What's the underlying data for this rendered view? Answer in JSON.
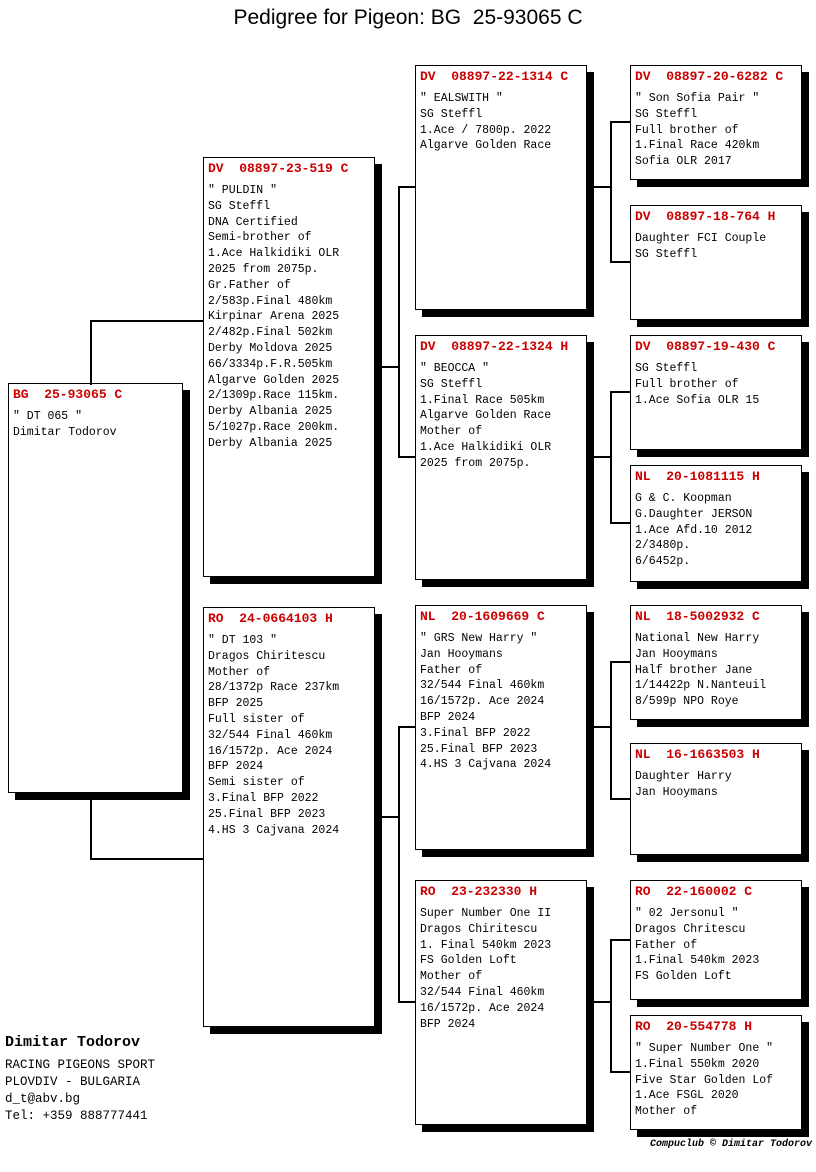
{
  "title": "Pedigree for Pigeon: BG  25-93065 C",
  "colors": {
    "ring_red": "#cc0000",
    "text_black": "#000000",
    "background": "#ffffff"
  },
  "boxes": {
    "subject": {
      "ring": "BG  25-93065 C",
      "lines": [
        "\" DT 065 \"",
        "Dimitar Todorov"
      ]
    },
    "sire": {
      "ring": "DV  08897-23-519 C",
      "lines": [
        "\" PULDIN \"",
        "SG Steffl",
        "DNA Certified",
        "Semi-brother of",
        "1.Ace Halkidiki OLR",
        "2025 from 2075p.",
        "Gr.Father of",
        "2/583p.Final 480km",
        "Kirpinar Arena 2025",
        "2/482p.Final 502km",
        "Derby Moldova 2025",
        "66/3334p.F.R.505km",
        "Algarve Golden 2025",
        "2/1309p.Race 115km.",
        "Derby Albania 2025",
        "5/1027p.Race 200km.",
        "Derby Albania 2025"
      ]
    },
    "dam": {
      "ring": "RO  24-0664103 H",
      "lines": [
        "\" DT 103 \"",
        "Dragos Chiritescu",
        "Mother of",
        "28/1372p Race 237km",
        "BFP 2025",
        "Full sister of",
        "32/544 Final 460km",
        "16/1572p. Ace 2024",
        "BFP 2024",
        "Semi sister of",
        "3.Final BFP 2022",
        "25.Final BFP 2023",
        "4.HS 3 Cajvana 2024"
      ]
    },
    "sire_sire": {
      "ring": "DV  08897-22-1314 C",
      "lines": [
        "\" EALSWITH \"",
        "SG Steffl",
        "1.Ace / 7800p. 2022",
        "Algarve Golden Race"
      ]
    },
    "sire_dam": {
      "ring": "DV  08897-22-1324 H",
      "lines": [
        "\" BEOCCA \"",
        "SG Steffl",
        "1.Final Race 505km",
        "Algarve Golden Race",
        "Mother of",
        "1.Ace Halkidiki OLR",
        "2025 from 2075p."
      ]
    },
    "dam_sire": {
      "ring": "NL  20-1609669 C",
      "lines": [
        "\" GRS New Harry \"",
        "Jan Hooymans",
        "Father of",
        "32/544 Final 460km",
        "16/1572p. Ace 2024",
        "BFP 2024",
        "3.Final BFP 2022",
        "25.Final BFP 2023",
        "4.HS 3 Cajvana 2024"
      ]
    },
    "dam_dam": {
      "ring": "RO  23-232330 H",
      "lines": [
        "Super Number One II",
        "Dragos Chiritescu",
        "1. Final 540km 2023",
        "FS Golden Loft",
        "Mother of",
        "32/544 Final 460km",
        "16/1572p. Ace 2024",
        "BFP 2024"
      ]
    },
    "ss_sire": {
      "ring": "DV  08897-20-6282 C",
      "lines": [
        "\" Son Sofia Pair \"",
        "SG Steffl",
        "Full brother of",
        "1.Final Race 420km",
        "Sofia OLR 2017"
      ]
    },
    "ss_dam": {
      "ring": "DV  08897-18-764 H",
      "lines": [
        "Daughter FCI Couple",
        "SG Steffl"
      ]
    },
    "sd_sire": {
      "ring": "DV  08897-19-430 C",
      "lines": [
        "SG Steffl",
        "Full brother of",
        "1.Ace Sofia OLR 15"
      ]
    },
    "sd_dam": {
      "ring": "NL  20-1081115 H",
      "lines": [
        "G & C. Koopman",
        "G.Daughter JERSON",
        "1.Ace Afd.10 2012",
        "2/3480p.",
        "6/6452p."
      ]
    },
    "ds_sire": {
      "ring": "NL  18-5002932 C",
      "lines": [
        "National New Harry",
        "Jan Hooymans",
        "Half brother Jane",
        "1/14422p N.Nanteuil",
        "8/599p NPO Roye"
      ]
    },
    "ds_dam": {
      "ring": "NL  16-1663503 H",
      "lines": [
        "Daughter Harry",
        "Jan Hooymans"
      ]
    },
    "dd_sire": {
      "ring": "RO  22-160002 C",
      "lines": [
        "\" 02 Jersonul \"",
        "Dragos Chritescu",
        "Father of",
        "1.Final 540km 2023",
        "FS Golden Loft"
      ]
    },
    "dd_dam": {
      "ring": "RO  20-554778 H",
      "lines": [
        "\" Super Number One \"",
        "1.Final 550km 2020",
        "Five Star Golden Lof",
        "1.Ace FSGL 2020",
        "Mother of"
      ]
    }
  },
  "footer": {
    "name": "Dimitar Todorov",
    "lines": [
      "RACING PIGEONS SPORT",
      "PLOVDIV - BULGARIA",
      "d_t@abv.bg",
      "Tel: +359 888777441"
    ]
  },
  "credit": "Compuclub © Dimitar Todorov"
}
